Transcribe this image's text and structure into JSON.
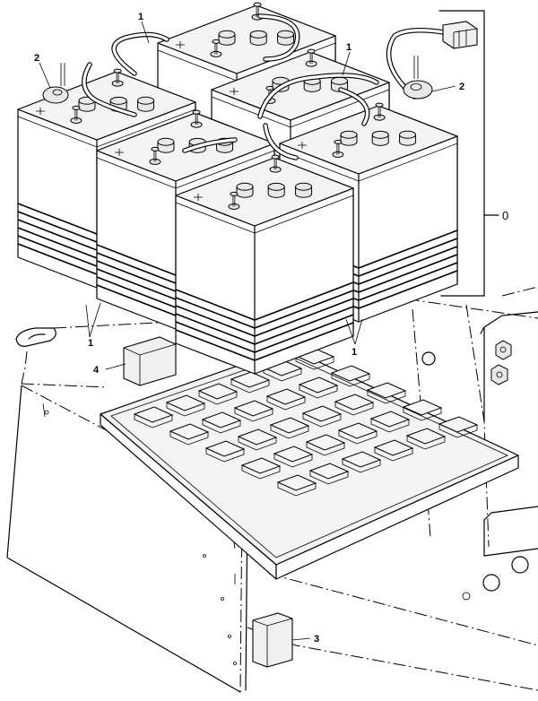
{
  "callouts": {
    "c1_top": "1",
    "c1_mid": "1",
    "c1_bottom_left": "1",
    "c1_bottom_right": "1",
    "c2_left": "2",
    "c2_right": "2",
    "c3": "3",
    "c4": "4",
    "c0": "0"
  }
}
